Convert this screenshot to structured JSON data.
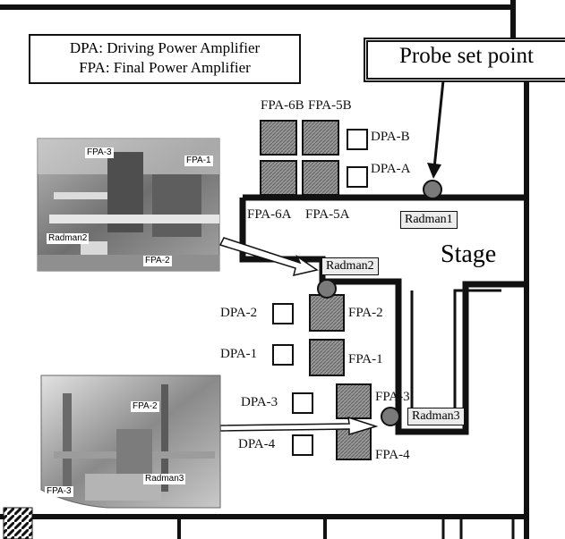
{
  "legend": {
    "line1": "DPA: Driving Power Amplifier",
    "line2": "FPA: Final Power Amplifier"
  },
  "probe": {
    "label": "Probe set point"
  },
  "stage": {
    "label": "Stage"
  },
  "amplifiers": {
    "fpa_6b": "FPA-6B",
    "fpa_5b": "FPA-5B",
    "fpa_6a": "FPA-6A",
    "fpa_5a": "FPA-5A",
    "dpa_b": "DPA-B",
    "dpa_a": "DPA-A",
    "dpa_2": "DPA-2",
    "fpa_2": "FPA-2",
    "dpa_1": "DPA-1",
    "fpa_1": "FPA-1",
    "dpa_3": "DPA-3",
    "fpa_3": "FPA-3",
    "dpa_4": "DPA-4",
    "fpa_4": "FPA-4"
  },
  "radman": {
    "r1": "Radman1",
    "r2": "Radman2",
    "r3": "Radman3"
  },
  "photo_top": {
    "fpa_3": "FPA-3",
    "fpa_1": "FPA-1",
    "radman2": "Radman2",
    "fpa_2": "FPA-2"
  },
  "photo_bottom": {
    "fpa_2": "FPA-2",
    "fpa_3": "FPA-3",
    "radman3": "Radman3"
  },
  "colors": {
    "wall": "#111111",
    "fpa_fill": "#8a8a8a",
    "radman_dot": "#7a7a7a",
    "tag_fill": "#ececec"
  }
}
